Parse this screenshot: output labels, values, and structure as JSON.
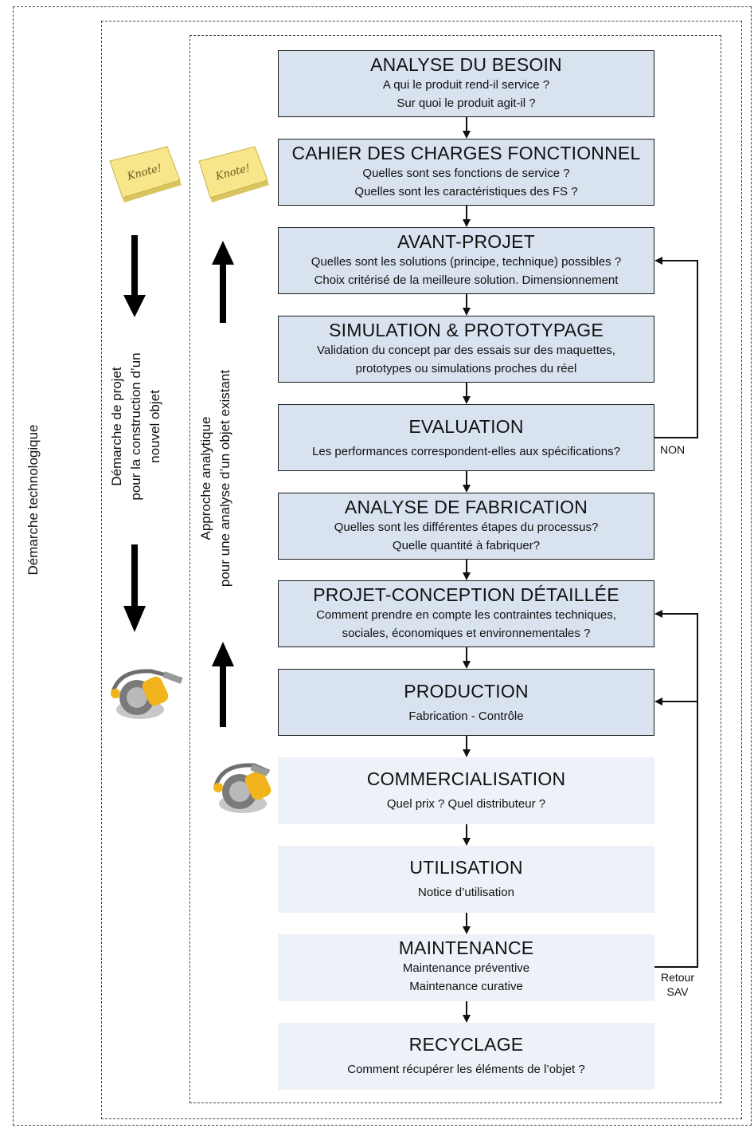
{
  "labels": {
    "outer": "Démarche technologique",
    "project_line1": "Démarche de projet",
    "project_line2": "pour la construction d’un",
    "project_line3": "nouvel objet",
    "analytic_line1": "Approche analytique",
    "analytic_line2": "pour une analyse d’un objet existant",
    "non": "NON",
    "retour_line1": "Retour",
    "retour_line2": "SAV",
    "note_text": "Knote!"
  },
  "steps": [
    {
      "title": "ANALYSE DU BESOIN",
      "line1": "A qui le produit rend-il service ?",
      "line2": "Sur quoi le produit agit-il ?"
    },
    {
      "title": "CAHIER DES CHARGES FONCTIONNEL",
      "line1": "Quelles sont ses fonctions de service ?",
      "line2": "Quelles sont les caractéristiques des FS ?"
    },
    {
      "title": "AVANT-PROJET",
      "line1": "Quelles sont les solutions (principe, technique) possibles ?",
      "line2": "Choix critérisé de la meilleure solution. Dimensionnement"
    },
    {
      "title": "SIMULATION & PROTOTYPAGE",
      "line1": "Validation du concept par des essais sur des maquettes,",
      "line2": "prototypes ou simulations proches du réel"
    },
    {
      "title": "EVALUATION",
      "line1": "Les performances correspondent-elles aux spécifications?"
    },
    {
      "title": "ANALYSE DE FABRICATION",
      "line1": "Quelles sont les différentes étapes du processus?",
      "line2": "Quelle quantité à fabriquer?"
    },
    {
      "title": "PROJET-CONCEPTION DÉTAILLÉE",
      "line1": "Comment prendre en compte les contraintes techniques,",
      "line2": "sociales, économiques et environnementales ?"
    },
    {
      "title": "PRODUCTION",
      "line1": "Fabrication - Contrôle"
    },
    {
      "title": "COMMERCIALISATION",
      "line1": "Quel prix ? Quel distributeur ?"
    },
    {
      "title": "UTILISATION",
      "line1": "Notice d’utilisation"
    },
    {
      "title": "MAINTENANCE",
      "line1": "Maintenance préventive",
      "line2": "Maintenance curative"
    },
    {
      "title": "RECYCLAGE",
      "line1": "Comment récupérer les éléments de l’objet ?"
    }
  ]
}
